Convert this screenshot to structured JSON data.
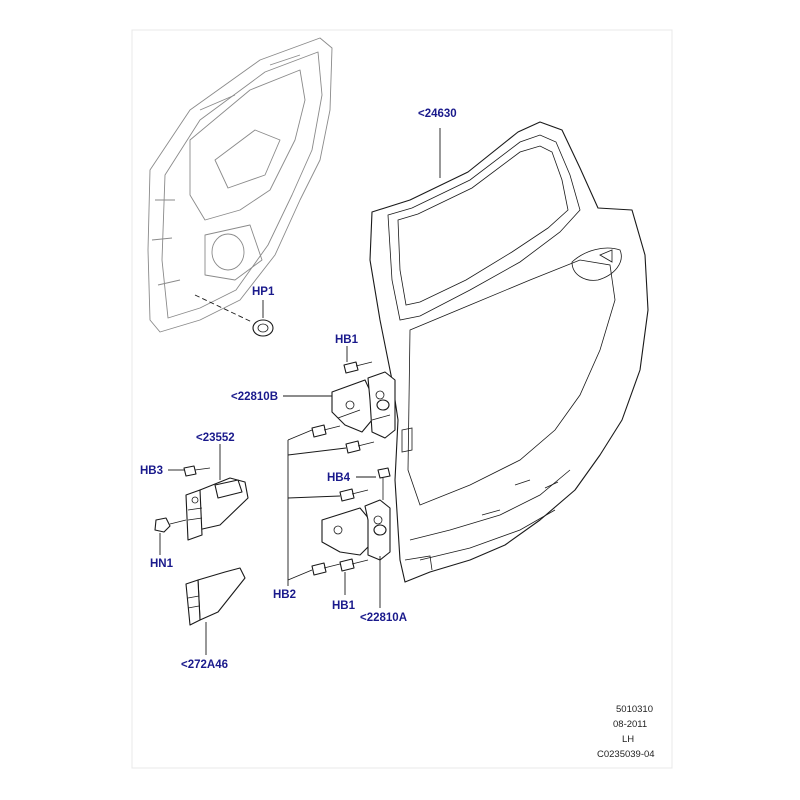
{
  "colors": {
    "background": "#ffffff",
    "frame": "#e8e8e8",
    "callout": "#1a1a8c",
    "lines": "#1a1a1a",
    "ghost": "#8a8a8a"
  },
  "callouts": {
    "door_shell": "<24630",
    "plug": "HP1",
    "bolt_upper_hinge": "HB1",
    "upper_hinge": "<22810B",
    "check_strap": "<23552",
    "bolt_check_strap": "HB3",
    "hinge_pin_bolt": "HB4",
    "nut": "HN1",
    "bolts_door_side": "HB2",
    "bolt_lower_hinge": "HB1",
    "lower_hinge": "<22810A",
    "check_strap_bracket": "<272A46"
  },
  "meta": {
    "drawing_number": "5010310",
    "date": "08-2011",
    "side": "LH",
    "reference": "C0235039-04"
  }
}
